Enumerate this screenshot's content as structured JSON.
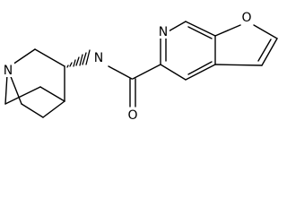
{
  "molecule": {
    "atoms": {
      "quinuclidine_n": "N",
      "amide_n": "N",
      "pyridine_n": "N",
      "furan_o": "O",
      "carbonyl_o": "O"
    },
    "colors": {
      "bond": "#000000",
      "label": "#000000",
      "background": "#ffffff"
    }
  }
}
